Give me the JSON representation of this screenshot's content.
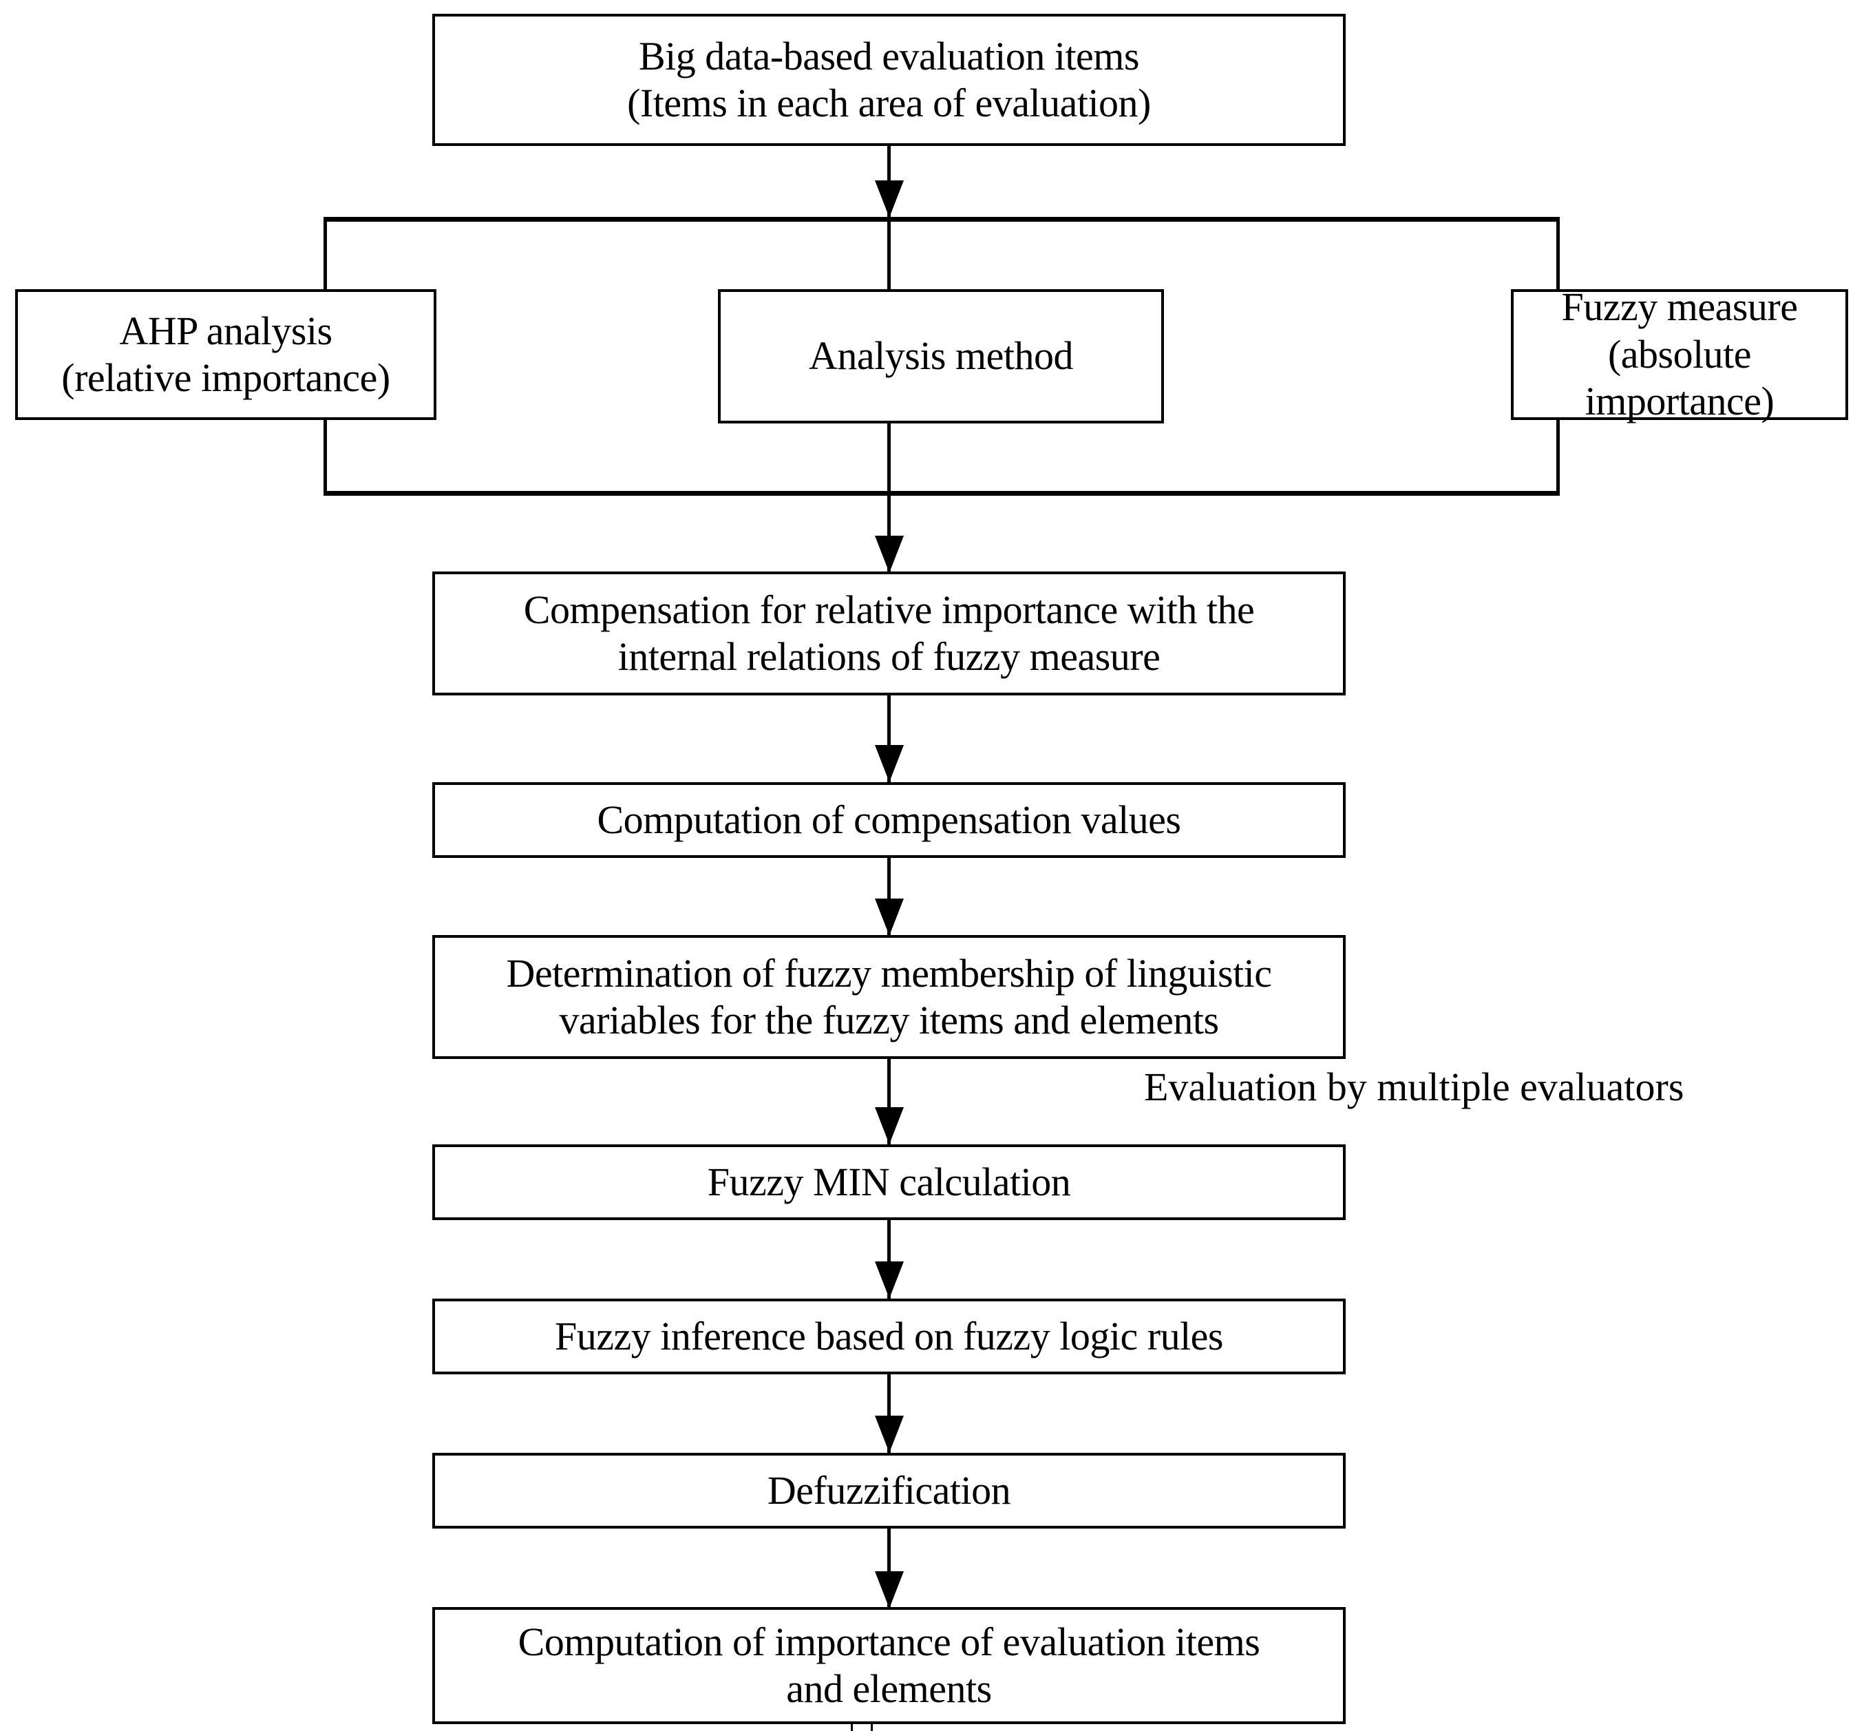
{
  "diagram": {
    "title": "Big data-based fuzzy evaluation procedure flowchart",
    "orientation": "top-to-bottom",
    "line_color": "#000000",
    "box_fill": "#ffffff",
    "nodes": [
      {
        "id": "n1",
        "name": "big-data-evaluation-items",
        "label": "Big data-based evaluation items\n(Items in each area of evaluation)"
      },
      {
        "id": "n2",
        "name": "ahp-analysis",
        "label": "AHP analysis\n(relative importance)"
      },
      {
        "id": "n3",
        "name": "analysis-method",
        "label": "Analysis method"
      },
      {
        "id": "n4",
        "name": "fuzzy-measure",
        "label": "Fuzzy measure\n(absolute importance)"
      },
      {
        "id": "n5",
        "name": "compensation-relative-importance",
        "label": "Compensation for relative importance with the\ninternal relations of fuzzy measure"
      },
      {
        "id": "n6",
        "name": "computation-compensation-values",
        "label": "Computation of compensation values"
      },
      {
        "id": "n7",
        "name": "determination-fuzzy-membership",
        "label": "Determination of fuzzy membership of linguistic\nvariables for the fuzzy items and elements"
      },
      {
        "id": "n8",
        "name": "fuzzy-min-calculation",
        "label": "Fuzzy MIN calculation"
      },
      {
        "id": "n9",
        "name": "fuzzy-inference",
        "label": "Fuzzy inference based on fuzzy logic rules"
      },
      {
        "id": "n10",
        "name": "defuzzification",
        "label": "Defuzzification"
      },
      {
        "id": "n11",
        "name": "computation-importance",
        "label": "Computation of importance of evaluation items\nand elements"
      }
    ],
    "annotations": [
      {
        "id": "a1",
        "name": "evaluation-by-multiple-evaluators-note",
        "label": "Evaluation by multiple evaluators"
      }
    ]
  }
}
